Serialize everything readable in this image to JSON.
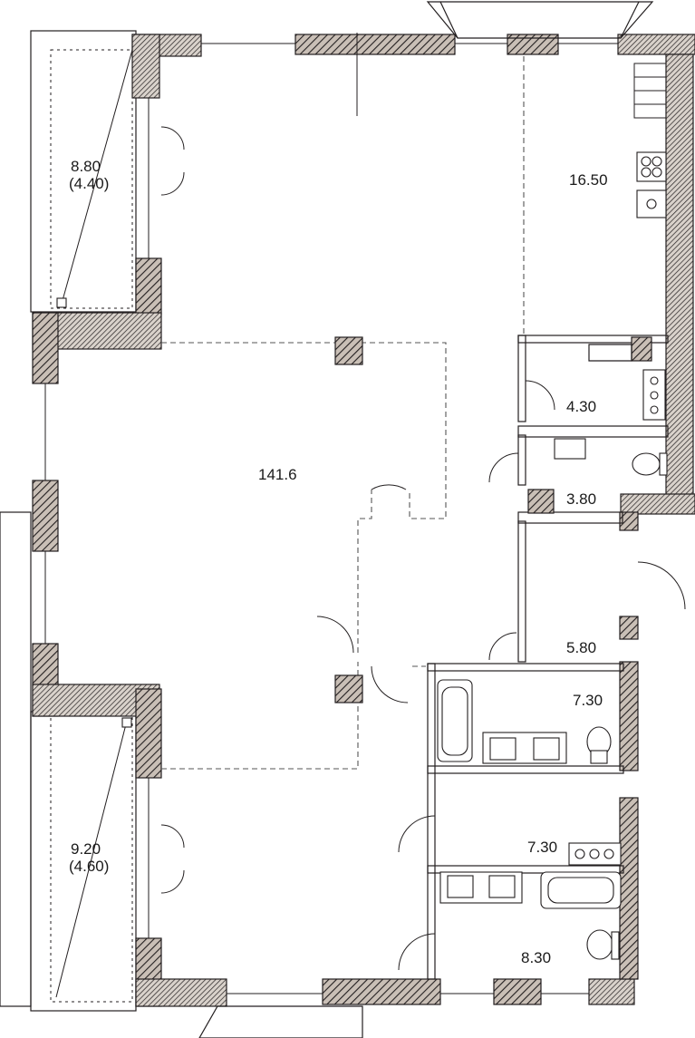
{
  "rooms": [
    {
      "id": "balcony-top",
      "area": "8.80",
      "sub_area": "(4.40)"
    },
    {
      "id": "kitchen",
      "area": "16.50"
    },
    {
      "id": "main-hall",
      "area": "141.6"
    },
    {
      "id": "pantry",
      "area": "4.30"
    },
    {
      "id": "wc",
      "area": "3.80"
    },
    {
      "id": "storage",
      "area": "5.80"
    },
    {
      "id": "bathroom-1",
      "area": "7.30"
    },
    {
      "id": "bathroom-2",
      "area": "7.30"
    },
    {
      "id": "bathroom-3",
      "area": "8.30"
    },
    {
      "id": "balcony-bottom",
      "area": "9.20",
      "sub_area": "(4.60)"
    }
  ],
  "colors": {
    "wall": "#231f20",
    "hatch_fill": "#c9bfb6",
    "dashed_line": "#555555",
    "background": "#ffffff"
  }
}
